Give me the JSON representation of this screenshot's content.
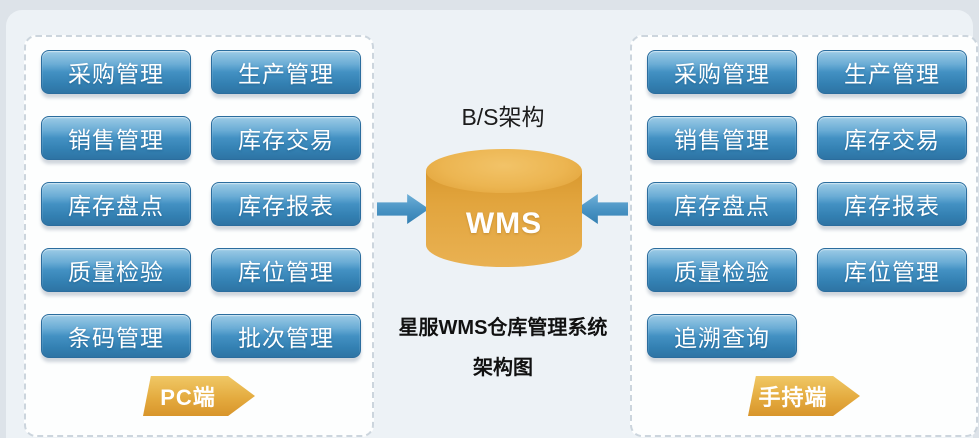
{
  "center": {
    "title": "B/S架构",
    "database_label": "WMS",
    "caption_line1": "星服WMS仓库管理系统",
    "caption_line2": "架构图"
  },
  "left_panel": {
    "tag": "PC端",
    "buttons": [
      "采购管理",
      "生产管理",
      "销售管理",
      "库存交易",
      "库存盘点",
      "库存报表",
      "质量检验",
      "库位管理",
      "条码管理",
      "批次管理"
    ]
  },
  "right_panel": {
    "tag": "手持端",
    "buttons": [
      "采购管理",
      "生产管理",
      "销售管理",
      "库存交易",
      "库存盘点",
      "库存报表",
      "质量检验",
      "库位管理",
      "追溯查询"
    ]
  },
  "colors": {
    "module_button_blue": "#3f8ec1",
    "arrow_blue": "#4a94c4",
    "database_gold": "#e2a53e",
    "pennant_gold": "#e4ab3f",
    "panel_border": "#ccd5dd",
    "card_background": "#edf2f6"
  }
}
